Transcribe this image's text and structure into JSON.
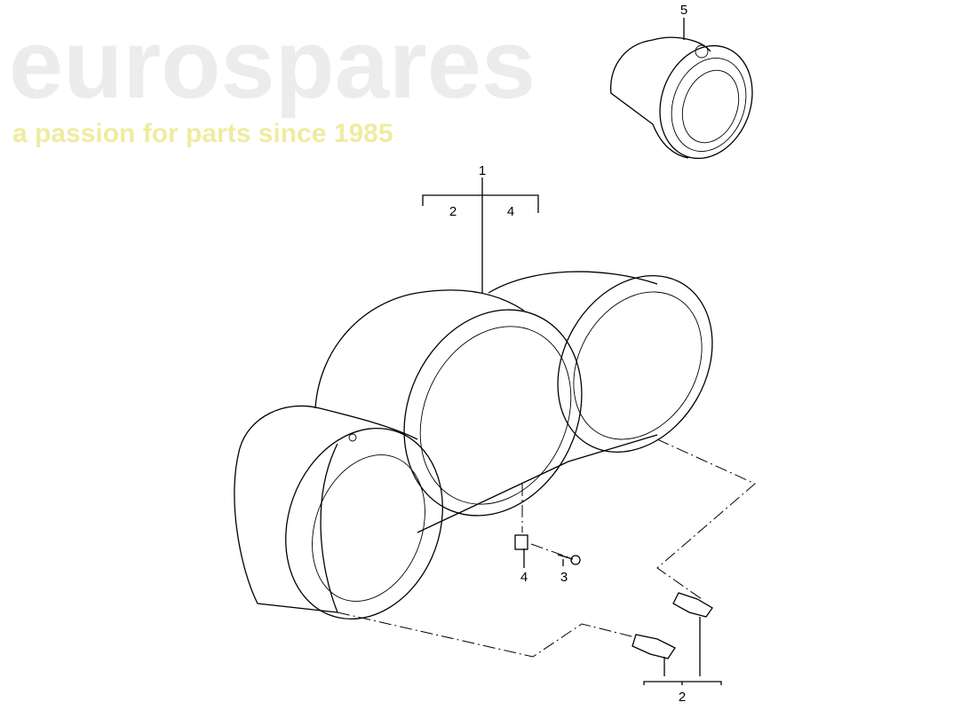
{
  "watermark": {
    "brand": "eurospares",
    "tagline": "a passion for parts since 1985"
  },
  "callouts": {
    "gauge": "5",
    "cluster": "1",
    "cluster_sub_a": "2",
    "cluster_sub_b": "4",
    "clip": "4",
    "screw": "3",
    "knobs": "2"
  },
  "colors": {
    "line": "#000000",
    "watermark_grey": "#e6e6e6",
    "watermark_yellow": "#f4f2b8"
  }
}
